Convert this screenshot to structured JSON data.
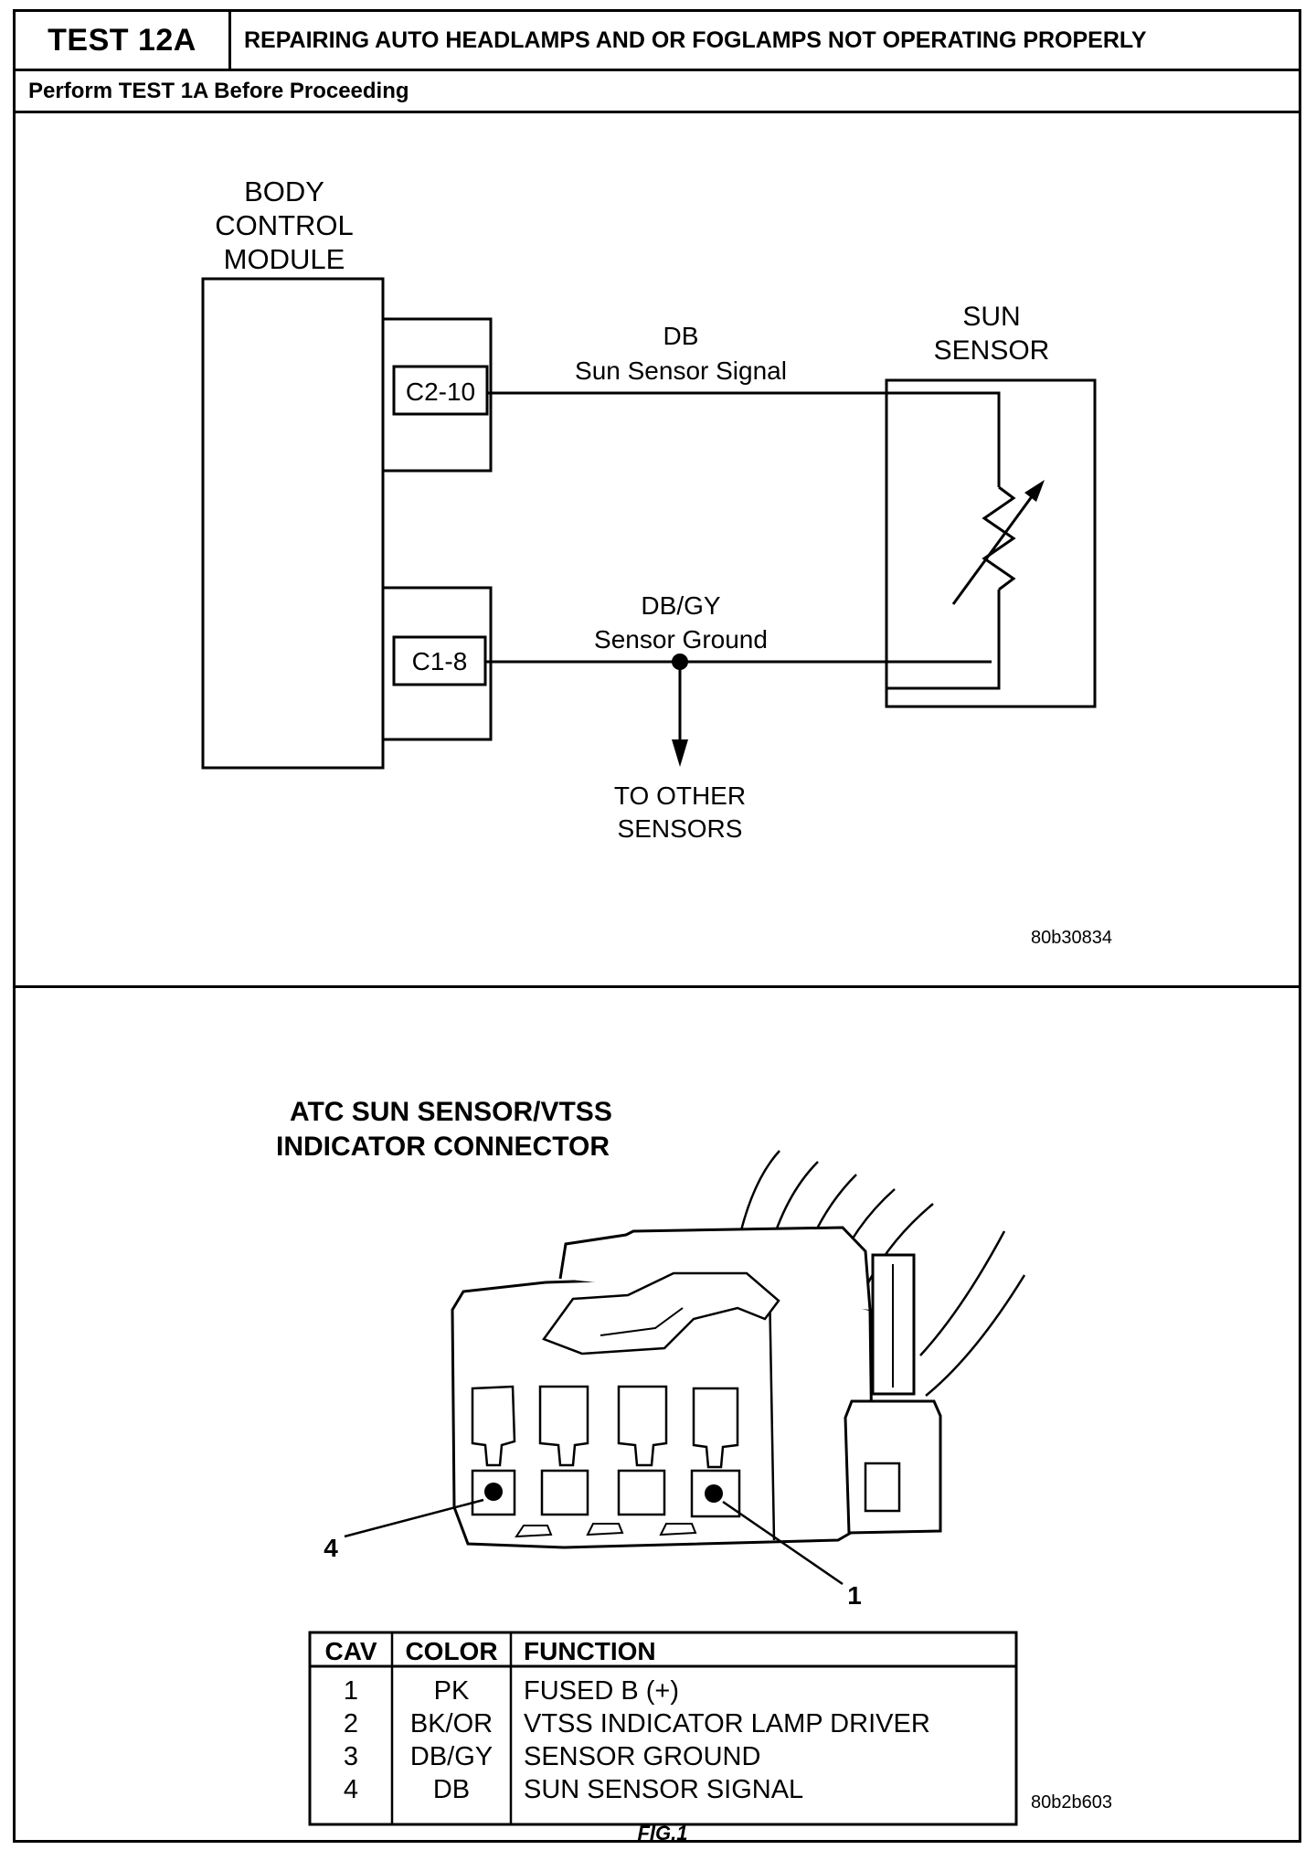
{
  "header": {
    "test_id": "TEST 12A",
    "title": "REPAIRING AUTO HEADLAMPS AND OR FOGLAMPS NOT OPERATING PROPERLY",
    "prerequisite": "Perform TEST 1A Before Proceeding"
  },
  "schematic": {
    "module_label": [
      "BODY",
      "CONTROL",
      "MODULE"
    ],
    "sensor_label": [
      "SUN",
      "SENSOR"
    ],
    "pin_top": "C2-10",
    "pin_bottom": "C1-8",
    "wire_top": {
      "color": "DB",
      "name": "Sun Sensor Signal"
    },
    "wire_bottom": {
      "color": "DB/GY",
      "name": "Sensor Ground"
    },
    "branch_label": [
      "TO OTHER",
      "SENSORS"
    ],
    "figure_code": "80b30834"
  },
  "connector": {
    "title": [
      "ATC SUN SENSOR/VTSS",
      "INDICATOR CONNECTOR"
    ],
    "callout_left": "4",
    "callout_right": "1",
    "table": {
      "headers": [
        "CAV",
        "COLOR",
        "FUNCTION"
      ],
      "rows": [
        {
          "cav": "1",
          "color": "PK",
          "function": "FUSED B (+)"
        },
        {
          "cav": "2",
          "color": "BK/OR",
          "function": "VTSS INDICATOR LAMP DRIVER"
        },
        {
          "cav": "3",
          "color": "DB/GY",
          "function": "SENSOR GROUND"
        },
        {
          "cav": "4",
          "color": "DB",
          "function": "SUN SENSOR SIGNAL"
        }
      ]
    },
    "figure_code": "80b2b603",
    "figure_caption": "FIG.1"
  }
}
